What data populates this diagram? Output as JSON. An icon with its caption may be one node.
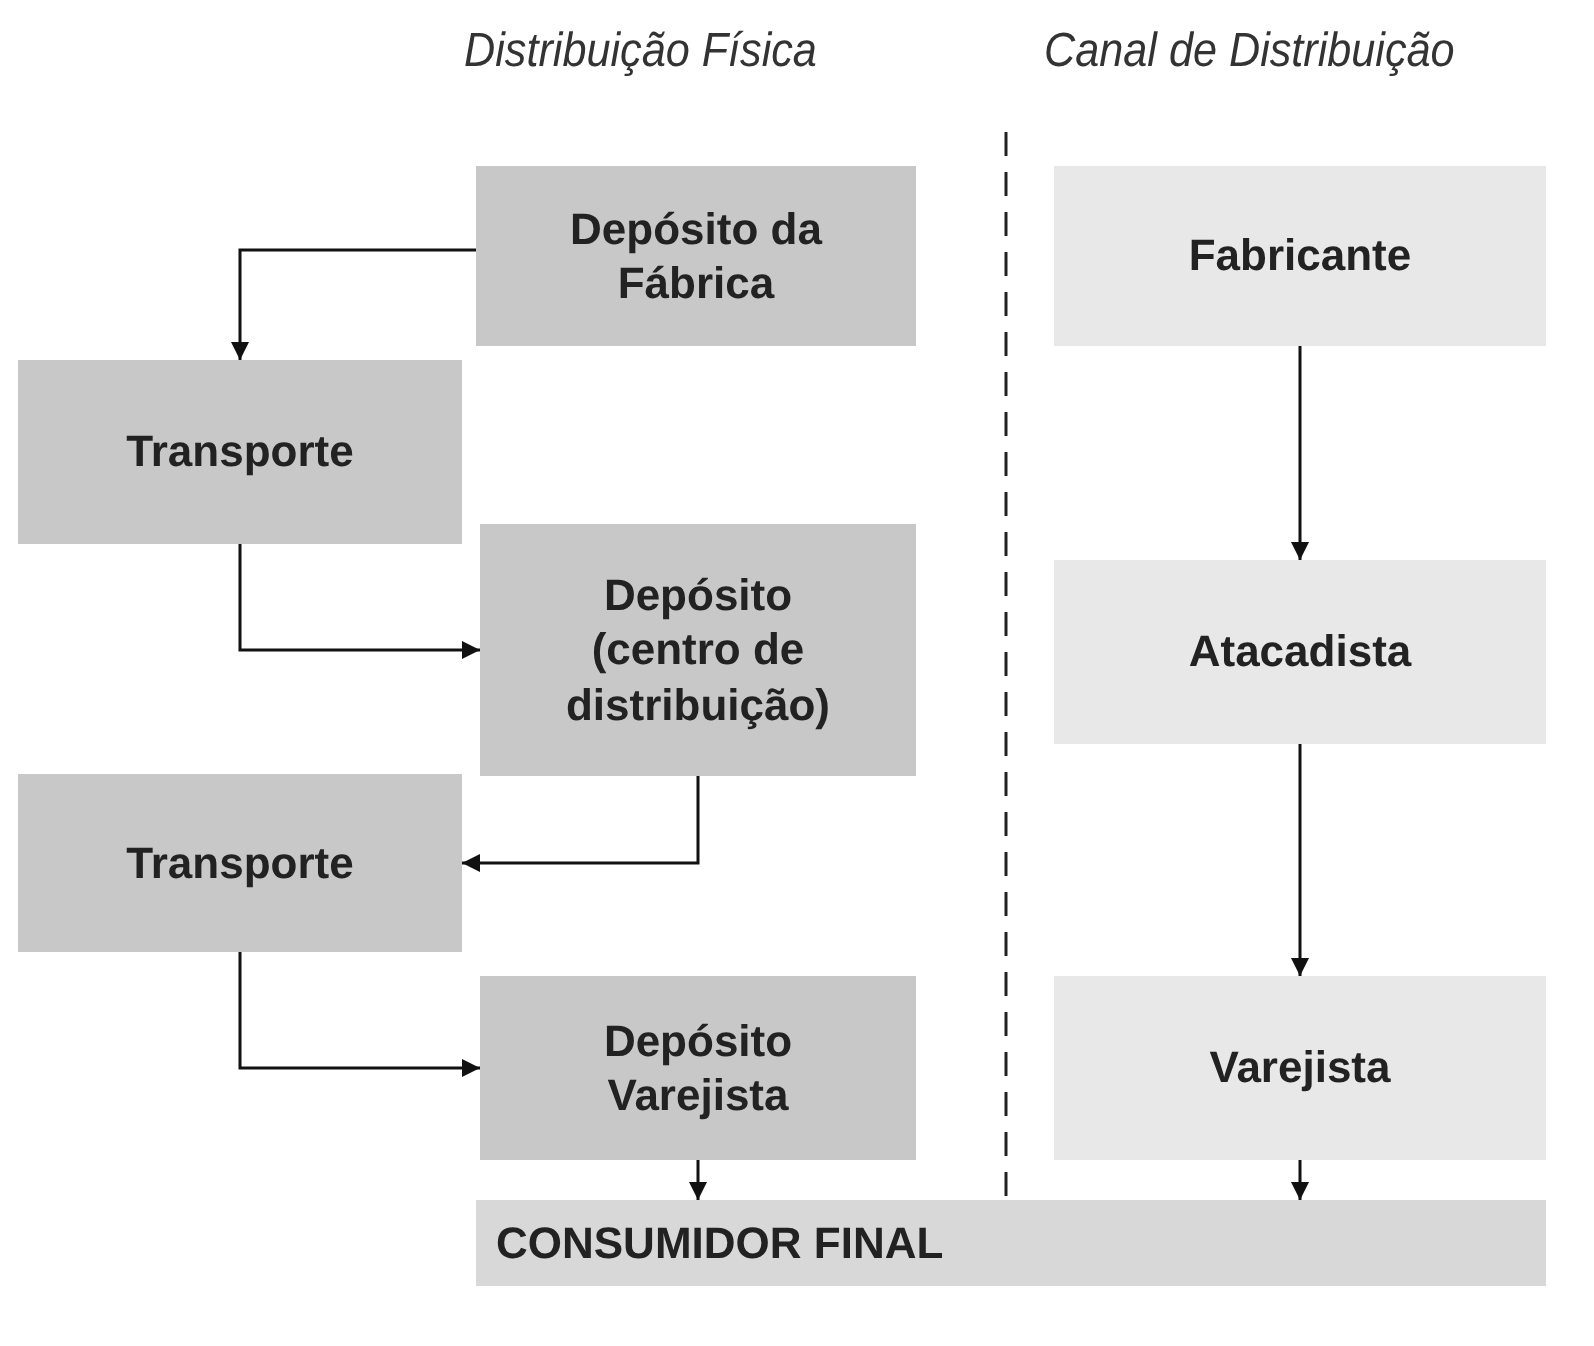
{
  "diagram": {
    "nodes": [
      {
        "text": [
          "Depósito da Fábrica"
        ]
      },
      {
        "text": [
          "Transporte"
        ]
      },
      {
        "text": [
          "Depósito (centro de distribuição)"
        ]
      },
      {
        "text": [
          "Transporte"
        ]
      },
      {
        "text": [
          "Depósito Varejista"
        ]
      },
      {
        "text": [
          "Fabricante"
        ]
      },
      {
        "text": [
          "Atacadista"
        ]
      },
      {
        "text": [
          "Varejista"
        ]
      },
      {
        "text": [
          "CONSUMIDOR FINAL"
        ]
      }
    ],
    "edges": [
      {
        "from": 0,
        "to": 1,
        "arrow": "to"
      },
      {
        "from": 1,
        "to": 2,
        "arrow": "to"
      },
      {
        "from": 2,
        "to": 3,
        "arrow": "to"
      },
      {
        "from": 3,
        "to": 4,
        "arrow": "to"
      },
      {
        "from": 4,
        "to": 8,
        "arrow": "to"
      },
      {
        "from": 5,
        "to": 6,
        "arrow": "to"
      },
      {
        "from": 6,
        "to": 7,
        "arrow": "to"
      },
      {
        "from": 7,
        "to": 8,
        "arrow": "to"
      }
    ],
    "labels": [
      "Distribuição Física",
      "Canal de Distribuição"
    ]
  }
}
